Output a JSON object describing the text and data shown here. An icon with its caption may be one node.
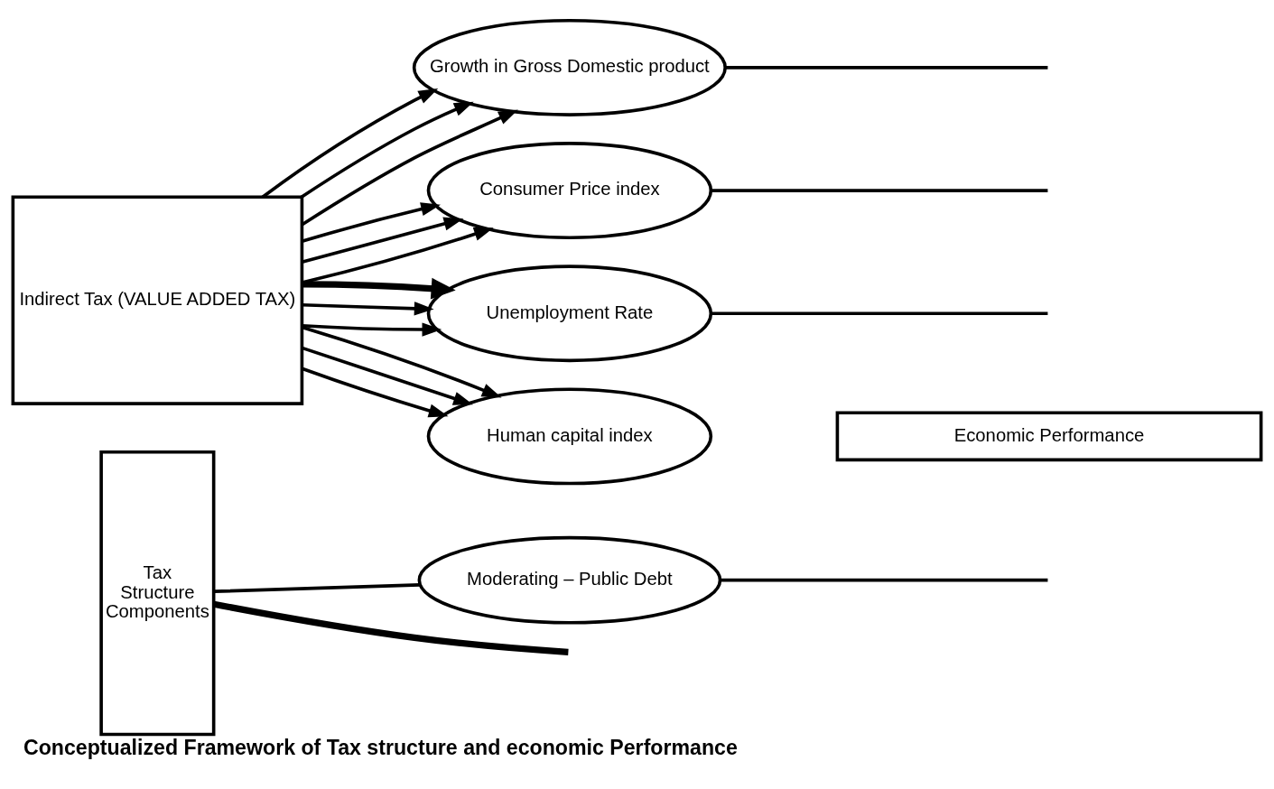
{
  "diagram": {
    "caption": "Conceptualized Framework of Tax structure and economic Performance",
    "nodes": [
      {
        "text": [
          "Tax Structure Components"
        ]
      },
      {
        "text": [
          "Moderating – Public Debt"
        ]
      },
      {
        "text": [
          "Indirect Tax (VALUE ADDED TAX)"
        ]
      },
      {
        "text": [
          "Growth in Gross Domestic product"
        ]
      },
      {
        "text": [
          "Consumer Price index"
        ]
      },
      {
        "text": [
          "Unemployment Rate"
        ]
      },
      {
        "text": [
          "Human capital index"
        ]
      },
      {
        "text": [
          "Economic Performance"
        ]
      }
    ],
    "edges": [
      {
        "from": 0,
        "to": 1,
        "arrow": "none"
      },
      {
        "from": 1,
        "to": null,
        "arrow": "none"
      },
      {
        "from": 3,
        "to": null,
        "arrow": "none"
      },
      {
        "from": 4,
        "to": null,
        "arrow": "none"
      },
      {
        "from": 5,
        "to": null,
        "arrow": "none"
      },
      {
        "from": 0,
        "to": null,
        "arrow": "none",
        "style": "thick"
      },
      {
        "from": 2,
        "to": 3,
        "arrow": "to"
      },
      {
        "from": 2,
        "to": 4,
        "arrow": "to"
      },
      {
        "from": 2,
        "to": 5,
        "arrow": "to"
      },
      {
        "from": 2,
        "to": 6,
        "arrow": "to"
      },
      {
        "from": 2,
        "to": 3,
        "arrow": "to"
      },
      {
        "from": 2,
        "to": 4,
        "arrow": "to"
      },
      {
        "from": 2,
        "to": 5,
        "arrow": "to"
      },
      {
        "from": 2,
        "to": 6,
        "arrow": "to"
      },
      {
        "from": 2,
        "to": 3,
        "arrow": "to"
      },
      {
        "from": 2,
        "to": 4,
        "arrow": "to"
      },
      {
        "from": 2,
        "to": 5,
        "arrow": "to",
        "style": "thick"
      },
      {
        "from": 2,
        "to": 6,
        "arrow": "to"
      }
    ]
  }
}
